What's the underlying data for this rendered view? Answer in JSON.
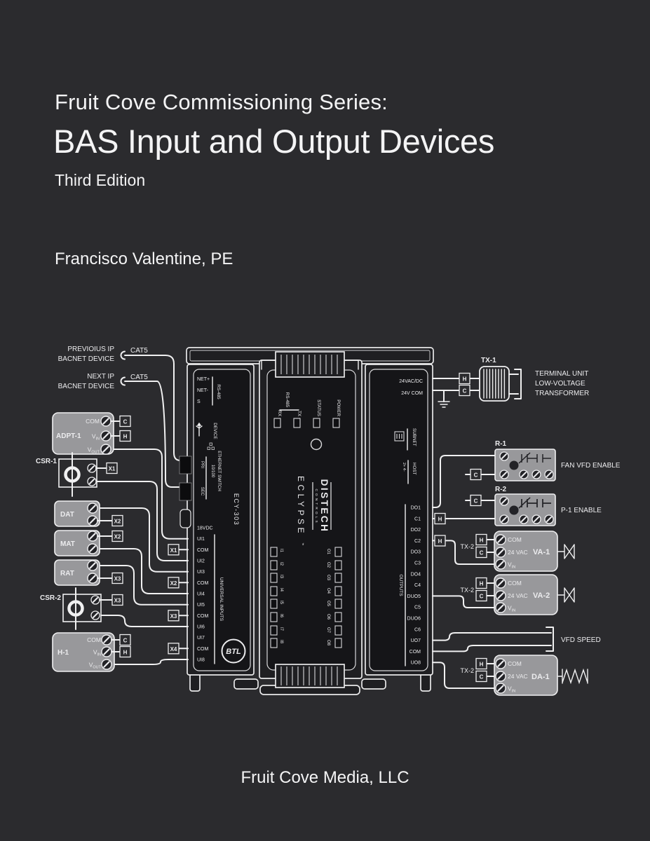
{
  "cover": {
    "series_title": "Fruit Cove Commissioning Series:",
    "main_title": "BAS Input and Output Devices",
    "edition": "Third Edition",
    "author": "Francisco Valentine, PE",
    "publisher": "Fruit Cove Media, LLC"
  },
  "colors": {
    "background": "#2b2b2e",
    "line": "#f0f0f1",
    "device_fill": "#98989b",
    "module_fill": "#1f1f22"
  },
  "net": {
    "prev1": "PREVIOIUS IP",
    "prev2": "BACNET DEVICE",
    "next1": "NEXT IP",
    "next2": "BACNET DEVICE",
    "cat5": "CAT5"
  },
  "tags": {
    "c": "C",
    "h": "H",
    "x1": "X1",
    "x2": "X2",
    "x3": "X3",
    "x4": "X4"
  },
  "subs": {
    "v": "V",
    "in": "IN",
    "out": "OUT"
  },
  "left": {
    "adpt1": "ADPT-1",
    "com": "COM",
    "csr1": "CSR-1",
    "dat": "DAT",
    "mat": "MAT",
    "rat": "RAT",
    "csr2": "CSR-2",
    "h1": "H-1"
  },
  "ctrl": {
    "net_plus": "NET+",
    "net_minus": "NET-",
    "s": "S",
    "rs485": "RS-485",
    "device": "DEVICE",
    "speed": "10/100",
    "eth": "ETHERNET SWITCH",
    "pri": "PRI",
    "sec": "SEC",
    "model": "ECY-303",
    "ui_label": "UNIVERSAL INPUTS",
    "btl": "BTL",
    "left_terms": [
      "18VDC",
      "UI1",
      "COM",
      "UI2",
      "UI3",
      "COM",
      "UI4",
      "UI5",
      "COM",
      "UI6",
      "UI7",
      "COM",
      "UI8"
    ],
    "front_rs485": "RS-485",
    "rx": "RX",
    "tx": "TX",
    "status": "STATUS",
    "power": "POWER",
    "brand": "DISTECH",
    "brand_sub": "C O N T R O L S",
    "product": "ECLYPSE",
    "tm": "™",
    "in_leds": [
      "I1",
      "I2",
      "I3",
      "I4",
      "I5",
      "I6",
      "I7",
      "I8"
    ],
    "out_leds": [
      "O1",
      "O2",
      "O3",
      "O4",
      "O5",
      "O6",
      "O7",
      "O8"
    ],
    "pwr1": "24VAC/DC",
    "pwr2": "24V COM",
    "subnet": "SUBNET",
    "host": "HOST",
    "host_pins": "2+ 4-",
    "right_terms": [
      "DO1",
      "C1",
      "DO2",
      "C2",
      "DO3",
      "C3",
      "DO4",
      "C4",
      "DUO5",
      "C5",
      "DUO6",
      "C6",
      "UO7",
      "COM",
      "UO8"
    ],
    "outputs": "OUTPUTS"
  },
  "right": {
    "tx1": "TX-1",
    "tu1": "TERMINAL UNIT",
    "tu2": "LOW-VOLTAGE",
    "tu3": "TRANSFORMER",
    "r1": "R-1",
    "r1desc": "FAN VFD ENABLE",
    "r2": "R-2",
    "r2desc": "P-1 ENABLE",
    "tx2": "TX-2",
    "com": "COM",
    "vac": "24 VAC",
    "va1": "VA-1",
    "va2": "VA-2",
    "vfd": "VFD SPEED",
    "da1": "DA-1"
  }
}
